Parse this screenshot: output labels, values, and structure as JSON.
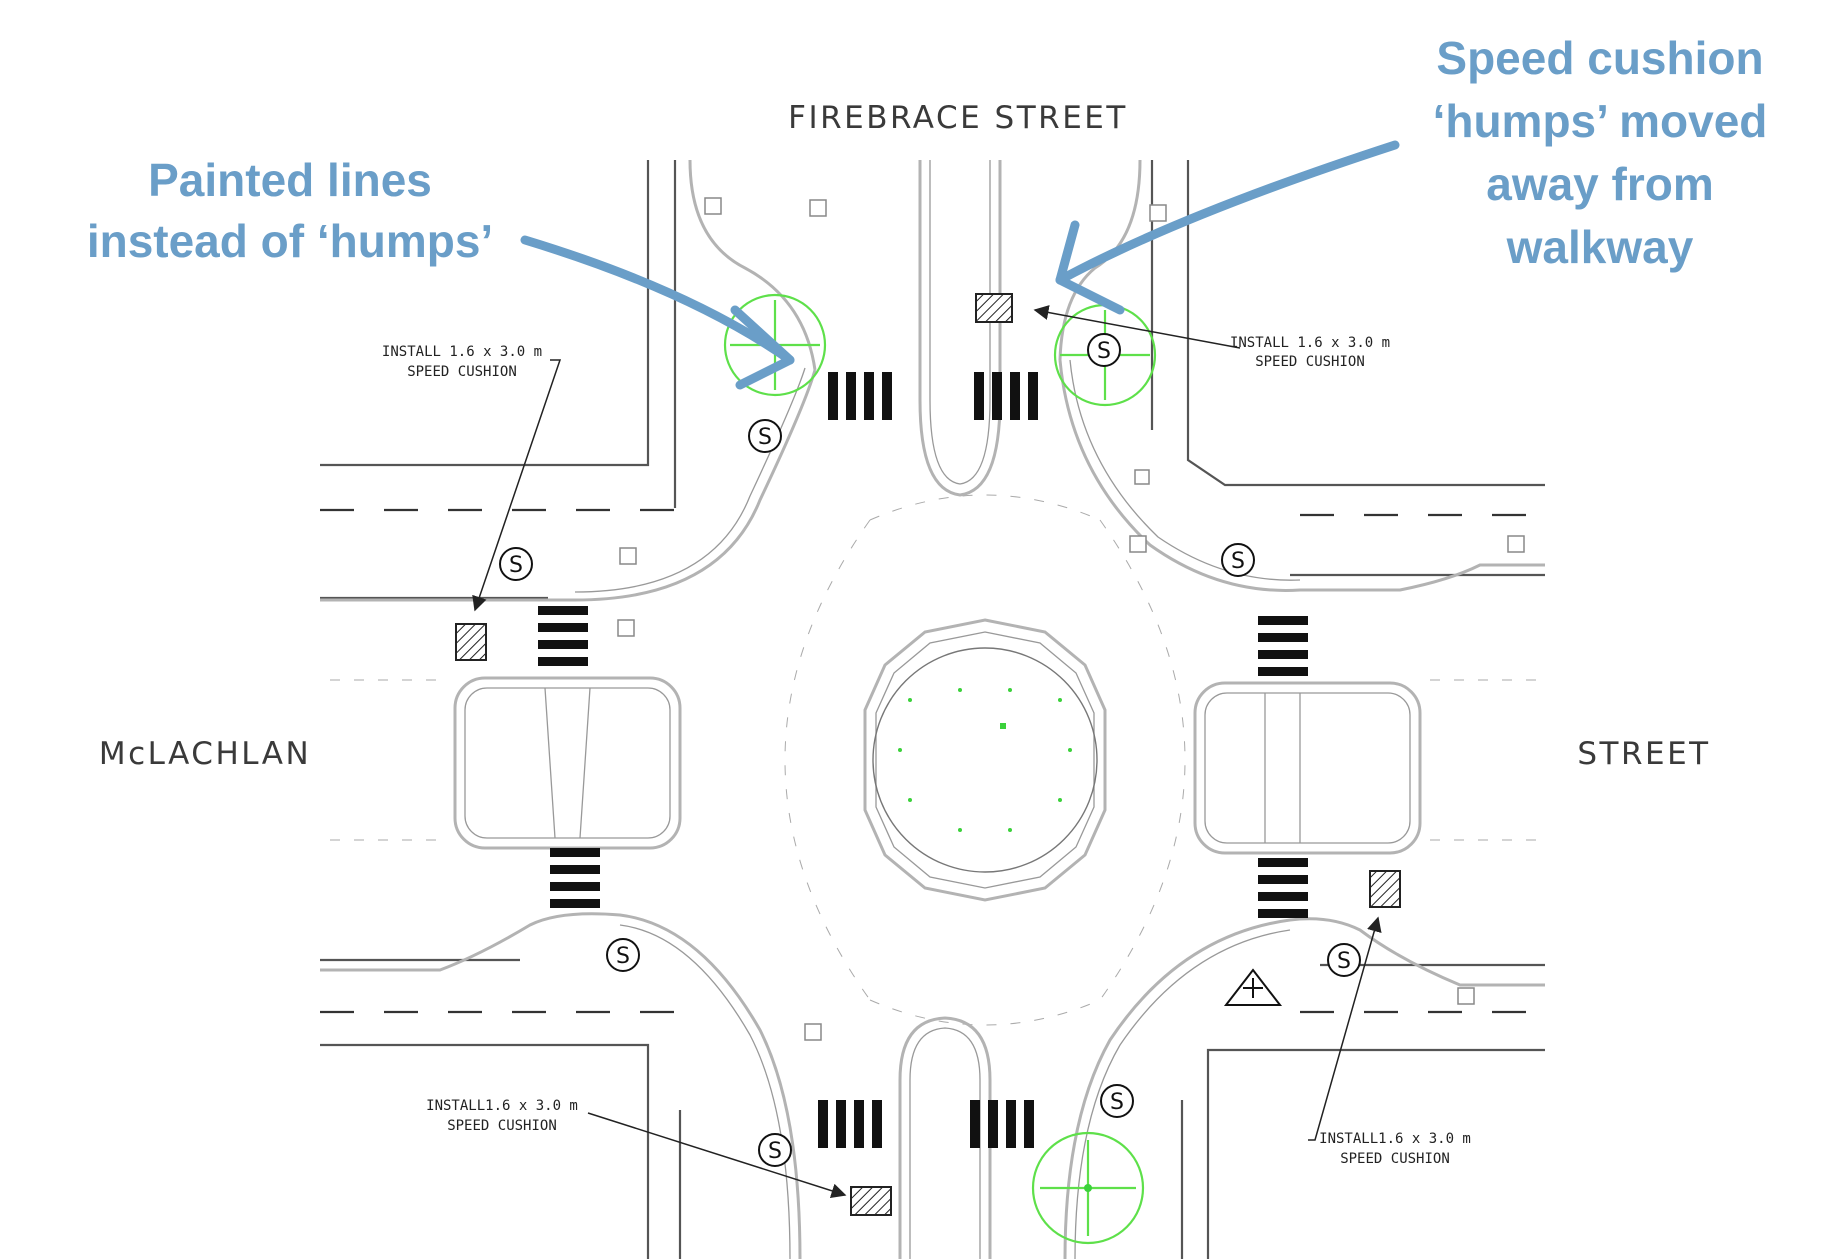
{
  "streets": {
    "north": "FIREBRACE STREET",
    "west": "McLACHLAN",
    "east": "STREET"
  },
  "callouts": {
    "painted_lines": [
      "Painted lines",
      "instead of ‘humps’"
    ],
    "speed_cushion": [
      "Speed cushion",
      "‘humps’ moved",
      "away from",
      "walkway"
    ]
  },
  "notes": {
    "ne": [
      "INSTALL 1.6 x 3.0 m",
      "SPEED CUSHION"
    ],
    "nw": [
      "INSTALL 1.6 x 3.0 m",
      "SPEED CUSHION"
    ],
    "sw": [
      "INSTALL1.6 x 3.0 m",
      "SPEED CUSHION"
    ],
    "se": [
      "INSTALL1.6 x 3.0 m",
      "SPEED CUSHION"
    ]
  },
  "sign_letter": "S",
  "colors": {
    "callout": "#6a9ec8",
    "tree": "#5ee04a",
    "linework": "#555555"
  }
}
